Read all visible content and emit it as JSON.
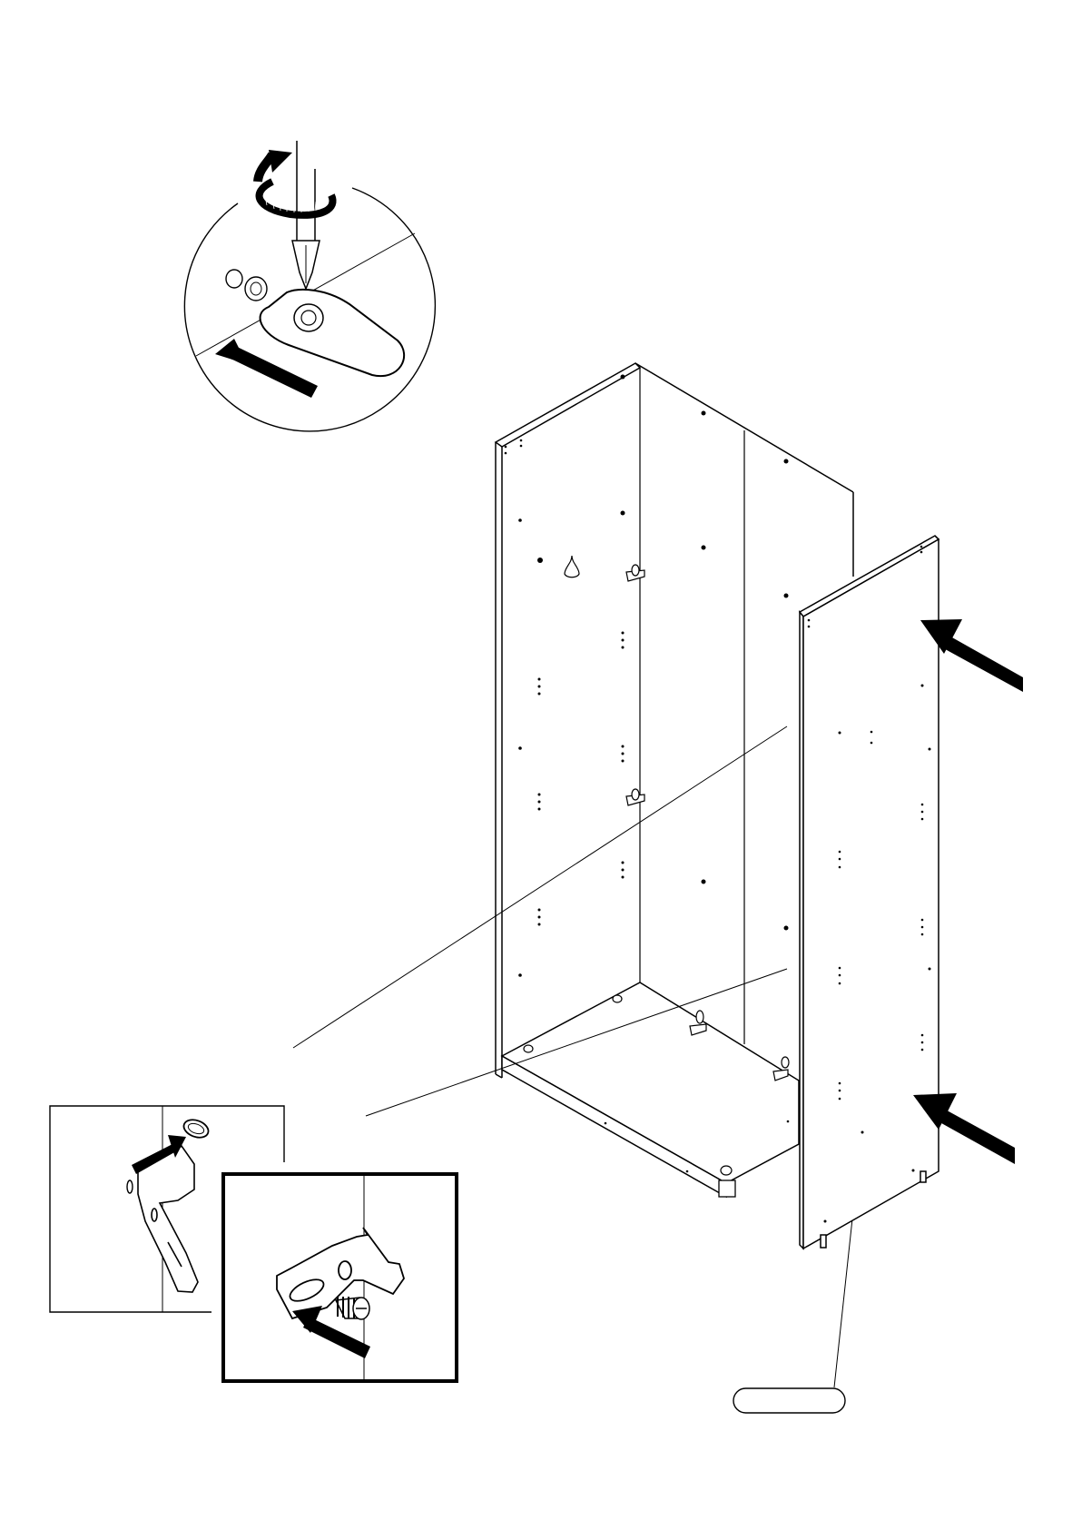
{
  "diagram": {
    "kind": "assembly-instruction",
    "line_color": "#000000",
    "fill_color": "#ffffff",
    "callouts": [
      {
        "id": "screwdriver-detail",
        "icons": [
          "screwdriver-icon",
          "rotate-arrow-icon",
          "cam-lock-icon",
          "push-arrow-icon"
        ]
      },
      {
        "id": "bracket-detail",
        "icons": [
          "bracket-icon",
          "push-arrow-icon"
        ]
      },
      {
        "id": "bracket-screw-detail",
        "icons": [
          "bracket-icon",
          "screw-icon",
          "push-arrow-icon"
        ]
      }
    ],
    "part_label": {
      "text": ""
    },
    "steps": [
      {
        "id": "attach-side-panel",
        "icons": [
          "side-panel-icon",
          "push-arrow-icon",
          "push-arrow-icon"
        ]
      }
    ]
  }
}
